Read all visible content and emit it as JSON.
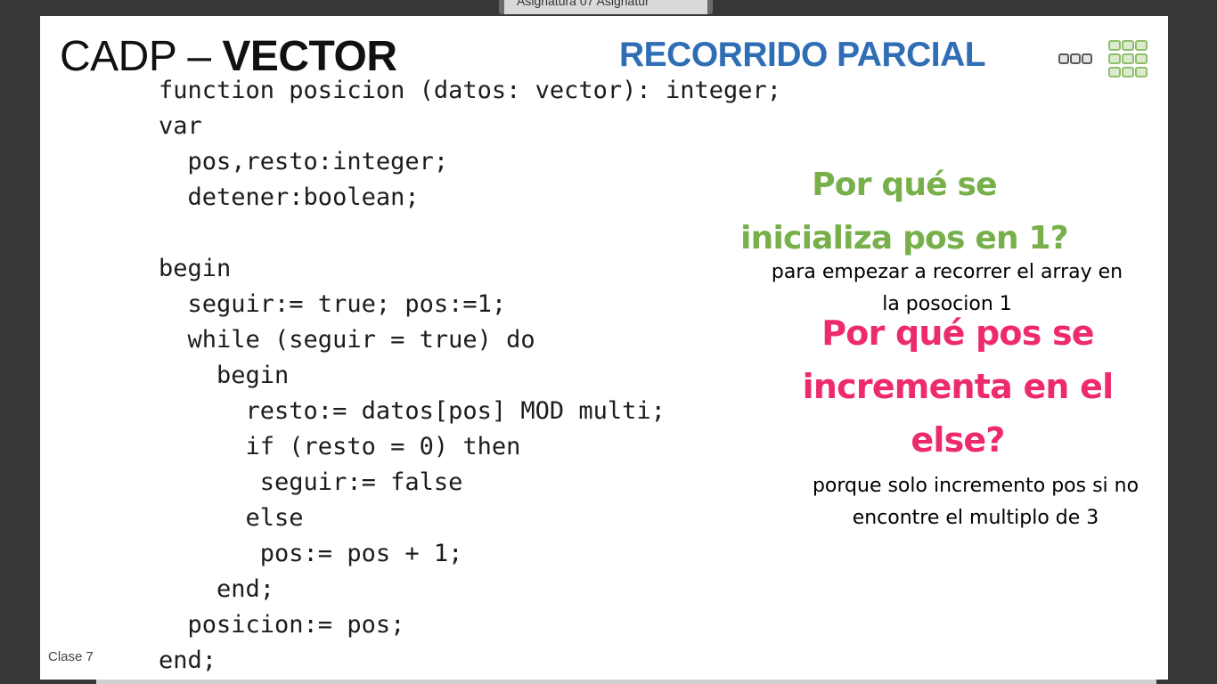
{
  "window_tab": {
    "label": "Asignatura 07 Asignatur"
  },
  "slide": {
    "title_prefix": "CADP – ",
    "title_bold": "VECTOR",
    "section_title": "RECORRIDO PARCIAL",
    "logo_icon": "slide-grid-logo-icon",
    "code_lines": [
      "function posicion (datos: vector): integer;",
      "var",
      "  pos,resto:integer;",
      "  detener:boolean;",
      "",
      "begin",
      "  seguir:= true; pos:=1;",
      "  while (seguir = true) do",
      "    begin",
      "      resto:= datos[pos] MOD multi;",
      "      if (resto = 0) then",
      "       seguir:= false",
      "      else",
      "       pos:= pos + 1;",
      "    end;",
      "  posicion:= pos;",
      "end;"
    ],
    "question1": {
      "line1": "Por qué se",
      "line2": "inicializa pos en 1?"
    },
    "answer1": {
      "line1": "para empezar a recorrer el array en",
      "line2": "la posocion 1"
    },
    "question2": {
      "line1": "Por qué pos se",
      "line2": "incrementa en el",
      "line3": "else?"
    },
    "answer2": {
      "line1": "porque solo incremento pos si no",
      "line2": "encontre el multiplo de 3"
    },
    "footer": "Clase 7",
    "colors": {
      "section_title": "#2f6db5",
      "question1": "#77b04a",
      "question2": "#ee2b6a"
    }
  }
}
